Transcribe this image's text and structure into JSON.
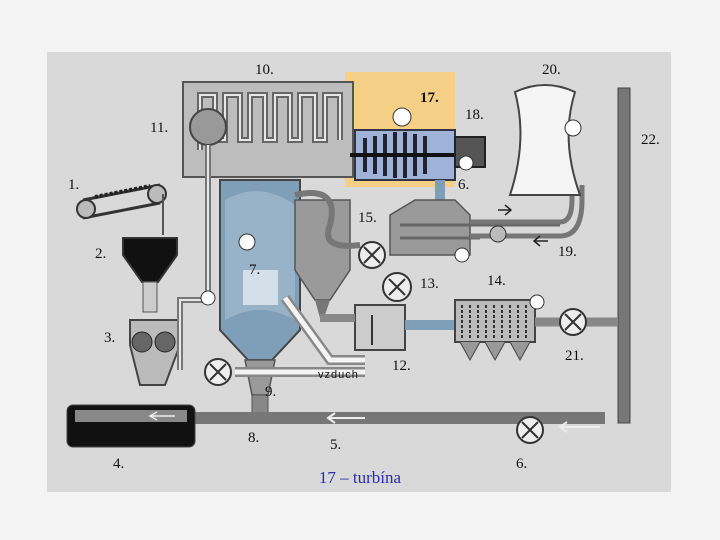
{
  "labels": {
    "l1": "1.",
    "l2": "2.",
    "l3": "3.",
    "l4": "4.",
    "l5": "5.",
    "l6a": "6.",
    "l6b": "6.",
    "l7": "7.",
    "l8": "8.",
    "l9": "9.",
    "l10": "10.",
    "l11": "11.",
    "l12": "12.",
    "l13": "13.",
    "l14": "14.",
    "l15": "15.",
    "l17": "17.",
    "l18": "18.",
    "l19": "19.",
    "l20": "20.",
    "l21": "21.",
    "l22": "22."
  },
  "air_label": "vzduch",
  "caption": "17 – turbína",
  "colors": {
    "panel": "#d9d9d9",
    "highlight": "#f6cf86",
    "turbine": "#9fb3d8",
    "caption": "#2b2bb0"
  }
}
